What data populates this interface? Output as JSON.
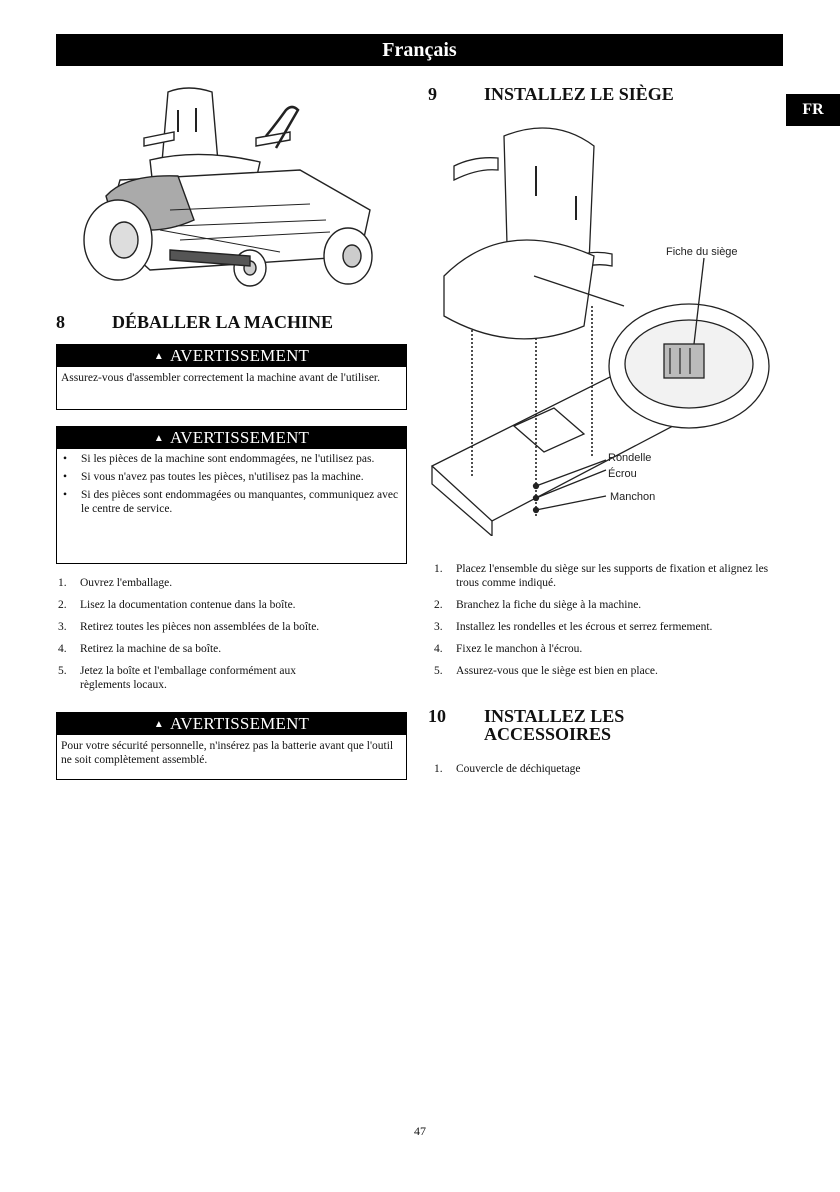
{
  "header": {
    "title": "Français"
  },
  "side_tab": {
    "label": "FR"
  },
  "section8": {
    "number": "8",
    "title": "DÉBALLER LA MACHINE",
    "warning1": {
      "heading": "AVERTISSEMENT",
      "text": "Assurez-vous d'assembler correctement la machine avant de l'utiliser."
    },
    "warning2": {
      "heading": "AVERTISSEMENT",
      "bullets": [
        "Si les pièces de la machine sont endommagées, ne l'utilisez pas.",
        "Si vous n'avez pas toutes les pièces, n'utilisez pas la machine.",
        "Si des pièces sont endommagées ou manquantes, communiquez avec le centre de service."
      ]
    },
    "steps": [
      {
        "num": "1.",
        "text": "Ouvrez l'emballage."
      },
      {
        "num": "2.",
        "text": "Lisez la documentation contenue dans la boîte."
      },
      {
        "num": "3.",
        "text": "Retirez toutes les pièces non assemblées de la boîte."
      },
      {
        "num": "4.",
        "text": "Retirez la machine de sa boîte."
      },
      {
        "num": "5.",
        "text": "Jetez la boîte et l'emballage conformément aux règlements locaux."
      }
    ],
    "warning3": {
      "heading": "AVERTISSEMENT",
      "text": "Pour votre sécurité personnelle, n'insérez pas la batterie avant que l'outil ne soit complètement assemblé."
    }
  },
  "section9": {
    "number": "9",
    "title": "INSTALLEZ LE SIÈGE",
    "callouts": {
      "seat_plug": "Fiche du siège",
      "washer": "Rondelle",
      "nut": "Écrou",
      "sleeve": "Manchon"
    },
    "steps": [
      {
        "num": "1.",
        "text": "Placez l'ensemble du siège sur les supports de fixation et alignez les trous comme indiqué."
      },
      {
        "num": "2.",
        "text": "Branchez la fiche du siège à la machine."
      },
      {
        "num": "3.",
        "text": "Installez les rondelles et les écrous et serrez fermement."
      },
      {
        "num": "4.",
        "text": "Fixez le manchon à l'écrou."
      },
      {
        "num": "5.",
        "text": "Assurez-vous que le siège est bien en place."
      }
    ]
  },
  "section10": {
    "number": "10",
    "title_line1": "INSTALLEZ LES",
    "title_line2": "ACCESSOIRES",
    "steps": [
      {
        "num": "1.",
        "text": "Couvercle de déchiquetage"
      }
    ]
  },
  "footer": {
    "page_number": "47"
  }
}
